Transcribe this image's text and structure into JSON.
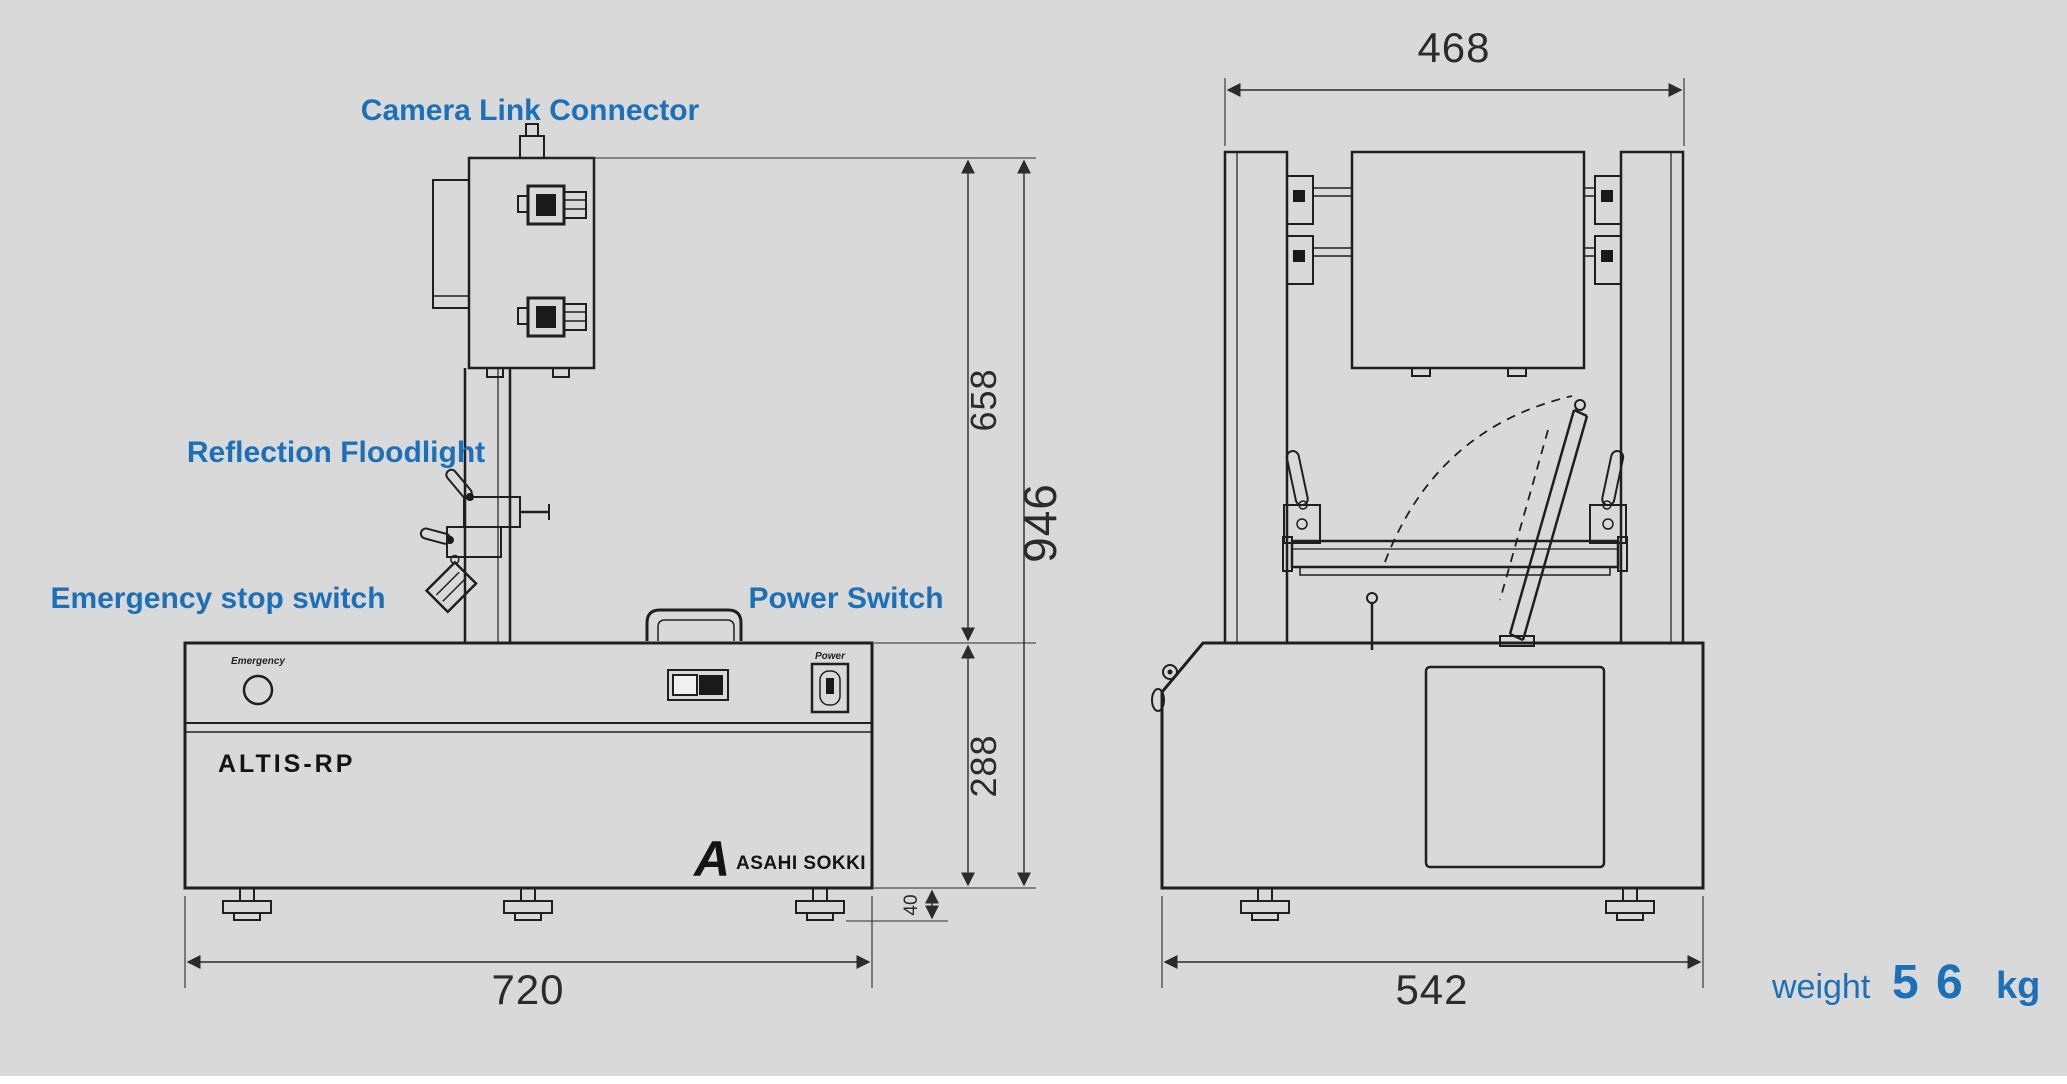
{
  "page": {
    "background": "#d9d9d9",
    "line_color": "#1f1f1f",
    "label_color": "#1b70b7",
    "dim_color": "#2b2b2b"
  },
  "callouts": {
    "camera_link_connector": "Camera Link Connector",
    "reflection_floodlight": "Reflection Floodlight",
    "emergency_stop_switch": "Emergency stop switch",
    "power_switch": "Power Switch"
  },
  "front_view": {
    "model_name": "ALTIS-RP",
    "emergency_label": "Emergency",
    "power_label": "Power",
    "brand_initial": "A",
    "brand": "ASAHI SOKKI",
    "dims": {
      "overall_width": "720",
      "overall_height": "946",
      "upper_height": "658",
      "base_height": "288",
      "foot_height": "40"
    }
  },
  "side_view": {
    "dims": {
      "top_width": "468",
      "base_width": "542"
    }
  },
  "weight": {
    "label": "weight",
    "value": "5 6",
    "unit": "kg"
  }
}
